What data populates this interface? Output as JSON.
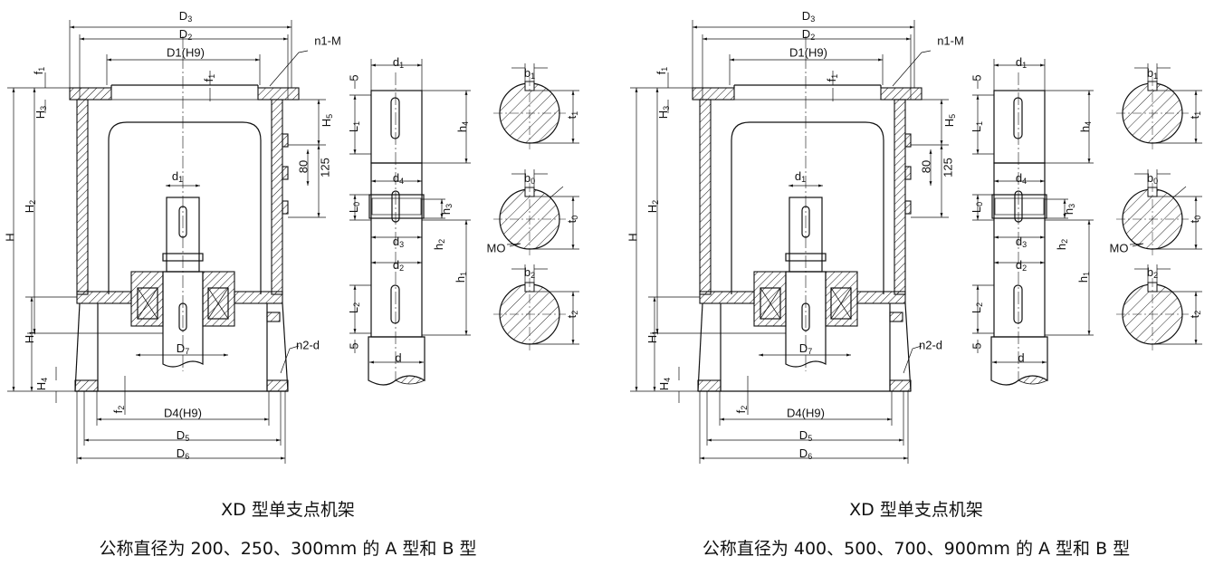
{
  "panels": [
    {
      "title": "XD 型单支点机架",
      "subtitle": "公称直径为 200、250、300mm 的 A 型和 B 型",
      "labels": [
        "D3",
        "D2",
        "D1(H9)",
        "n1-M",
        "f1",
        "f1",
        "H",
        "H2",
        "H3",
        "H5",
        "80",
        "125",
        "d1",
        "D7",
        "H1",
        "H4",
        "n2-d",
        "f2",
        "D4(H9)",
        "D5",
        "D6",
        "d1",
        "5",
        "L1",
        "h4",
        "d4",
        "L0",
        "h3",
        "d3",
        "h2",
        "d2",
        "h1",
        "L2",
        "5",
        "d",
        "b1",
        "t1",
        "b0",
        "t0",
        "MO",
        "b2",
        "t2"
      ]
    },
    {
      "title": "XD 型单支点机架",
      "subtitle": "公称直径为 400、500、700、900mm 的 A 型和 B 型",
      "labels": [
        "D3",
        "D2",
        "D1(H9)",
        "n1-M",
        "f1",
        "f1",
        "H",
        "H2",
        "H3",
        "H5",
        "80",
        "125",
        "d1",
        "D7",
        "H1",
        "H4",
        "n2-d",
        "f2",
        "D4(H9)",
        "D5",
        "D6",
        "d1",
        "5",
        "L1",
        "h4",
        "d4",
        "L0",
        "h3",
        "d3",
        "h2",
        "d2",
        "h1",
        "L2",
        "5",
        "d",
        "b1",
        "t1",
        "b0",
        "t0",
        "MO",
        "b2",
        "t2"
      ]
    }
  ],
  "colors": {
    "line": "#111111",
    "background": "#ffffff"
  }
}
